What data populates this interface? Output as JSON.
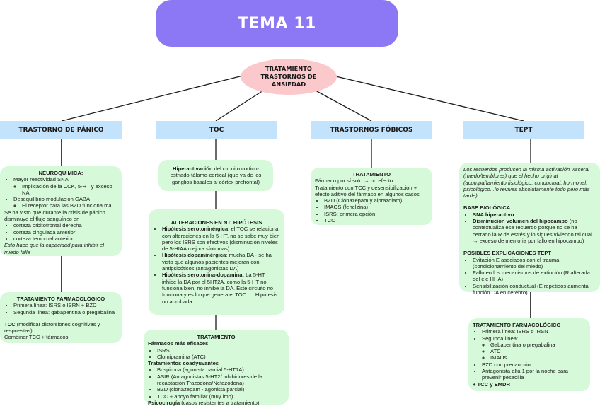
{
  "title": "TEMA 11",
  "root": {
    "line1": "TRATAMIENTO",
    "line2": "TRASTORNOS DE",
    "line3": "ANSIEDAD"
  },
  "categories": [
    {
      "label": "TRASTORNO DE PÁNICO"
    },
    {
      "label": "TOC"
    },
    {
      "label": "TRASTORNOS FÓBICOS"
    },
    {
      "label": "TEPT"
    }
  ],
  "panico": {
    "neuro": {
      "heading": "NEUROQUÍMICA:",
      "item1": "Mayor reactividad SNA",
      "item1_sub": "Implicación de la CCK, 5-HT y exceso NA",
      "item2": "Desequilibrio modulación GABA",
      "item2_sub": "El receptor para las BZD funciona mal",
      "para": "Se ha visto que durante la crisis de pánico disminuye el flujo sanguíneo en",
      "areas": [
        "corteza orbitofrontal derecha",
        "corteza cingulada anterior",
        "corteza temproal anterior"
      ],
      "conclusion": "Esto hace que la capacidad para inhibir el miedo falle"
    },
    "treatment": {
      "heading": "TRATAMIENTO FARMACOLÓGICO",
      "items": [
        "Primera línea: ISRS o ISRN + BZD",
        "Segunda línea: gabapentina o pregabalina"
      ],
      "tcc_bold": "TCC",
      "tcc_rest": " (modificar distorsiones cognitivas y respuestas)",
      "combine": "Combinar TCC + fármacos"
    }
  },
  "toc": {
    "hyper": {
      "bold": "Hiperactivación",
      "rest": " del circuito cortico-estriado-tálamo-cortical (que va de los ganglios basales al córtex prefrontal)"
    },
    "nt": {
      "heading": "ALTERACIONES EN NT: HIPÓTESIS",
      "items": [
        {
          "bold": "Hipótesis serotoninérgica",
          "rest": ": el TOC se relaciona con alteraciones en la 5-HT, no se sabe muy bien pero los ISRS son efectivos (disminución niveles de 5-HIAA mejora síntomas)"
        },
        {
          "bold": "Hipótesis dopaminérgica",
          "rest": ": mucha DA - se ha visto que algunos pacientes mejoran con antipsicóticos (antagonistas DA)"
        },
        {
          "bold": "Hipótesis serotonina-dopamina:",
          "rest": " La 5-HT inhibe la DA por el 5HT2A, como la 5-HT no funciona bien, no inhibe la DA. Este circuito no funciona y es lo que genera el TOC      Hipótesis no aprobada"
        }
      ]
    },
    "treatment": {
      "heading": "TRATAMIENTO",
      "group1": "Fármacos más eficaces",
      "group1_items": [
        "ISRS",
        "Clomipramina (ATC)"
      ],
      "group2": "Tratamientos coadyuvantes",
      "group2_items": [
        "Buspirona (agonista parcial 5-HT1A)",
        "ASIR (Antagonistas 5-HT2/ inhibidores de la recaptación Trazodona/Nefazodona)",
        "BZD (clonazepam - agonista parcial)",
        "TCC + apoyo familiar (muy imp)"
      ],
      "psycho_bold": "Psicocirugía",
      "psycho_rest": " (casos resistentes a tratamiento)"
    }
  },
  "fobicos": {
    "heading": "TRATAMIENTO",
    "line1": "Fármaco por sí solo → no efecto",
    "line2": "Tratamiento con TCC y desensibilización + efecto aditivo del fármaco en algunos casos",
    "items": [
      "BZD (Clonazepam y alprazolam)",
      "IMAOS (fenelzina)",
      "ISRS: primera opción",
      "TCC"
    ]
  },
  "tept": {
    "intro": "Los recuerdos producen la misma activación visceral (miedo/temblores) que el hecho original (acompañamiento fisiológico, conductual, hormonal, psicológico...lo revives absolutamente todo pero más tarde)",
    "base_heading": "BASE BIOLÓGICA",
    "base_item1": "SNA hiperactivo",
    "base_item2_bold": "Disminución volumen del hipocampo",
    "base_item2_rest": " (no contextualiza ese recuerdo porque no se ha cerrado la R de estrés y lo sigues viviendo tal cual → exceso de memoria por fallo en hipocampo)",
    "expl_heading": "POSIBLES EXPLICACIONES TEPT",
    "expl_items": [
      "Evitación E asociados con el trauma (condicionamiento del miedo)",
      "Fallo en los mecanismos de extinción (R alterada del eje HHA)",
      "Sensibilización conductual (E repetidos aumenta función DA en cerebro)"
    ],
    "treatment": {
      "heading": "TRATAMIENTO FARMACOLÓGICO",
      "item1": "Primera línea: ISRS o IRSN",
      "item2": "Segunda línea:",
      "item2_sub": [
        "Gabapentina o pregabalina",
        "ATC",
        "IMAOs"
      ],
      "item3": "BZD con precaución",
      "item4": "Antagonista alfa 1 por la noche para prevenir pesadilla",
      "extra": "+ TCC y EMDR"
    }
  }
}
